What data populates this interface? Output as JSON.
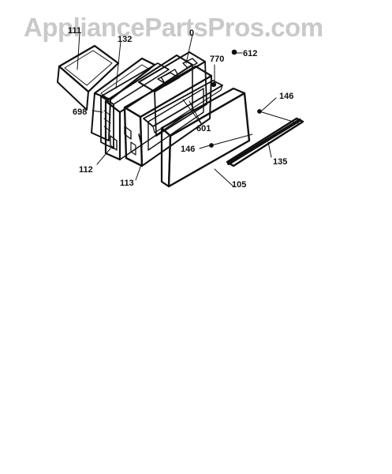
{
  "watermark": "AppliancePartsPros.com",
  "callouts": {
    "111": "111",
    "132": "132",
    "0": "0",
    "770": "770",
    "612": "612",
    "698": "698",
    "601": "601",
    "146a": "146",
    "146b": "146",
    "112": "112",
    "135": "135",
    "113": "113",
    "105": "105"
  },
  "colors": {
    "line": "#111111",
    "watermark": "#c9c9c9",
    "background": "#ffffff"
  }
}
